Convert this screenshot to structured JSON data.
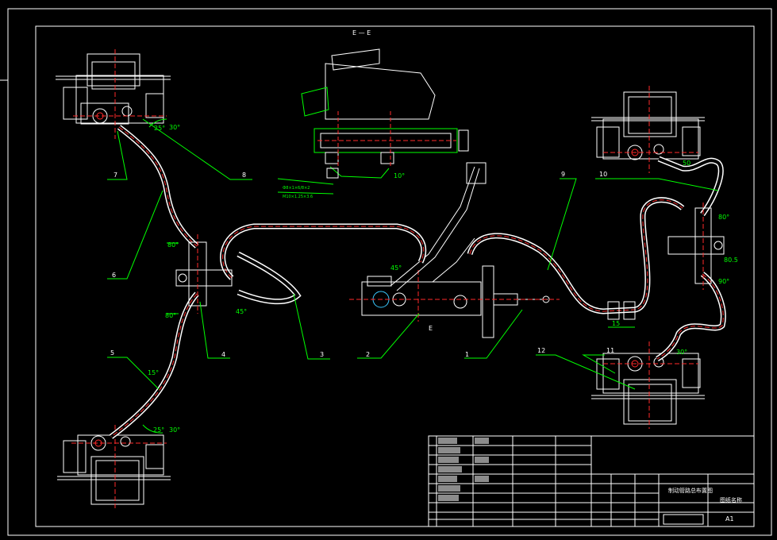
{
  "section": {
    "mark": "E — E",
    "cut": "E"
  },
  "parts": {
    "p1": "1",
    "p2": "2",
    "p3": "3",
    "p4": "4",
    "p5": "5",
    "p6": "6",
    "p7": "7",
    "p8": "8",
    "p9": "9",
    "p10": "10",
    "p11": "11",
    "p12": "12"
  },
  "dims": {
    "d80_top": "80°",
    "d80_low": "80°",
    "a25_top": "25°",
    "a30_top": "30°",
    "a15_low": "15°",
    "a25_low": "25°",
    "a30_low": "30°",
    "a45": "45°",
    "a45b": "45°",
    "a10": "10°",
    "right_80": "80°",
    "right_805": "80.5",
    "right_90": "90°",
    "r15": "15",
    "r30": "30°",
    "r50": "50"
  },
  "notes": {
    "note1": "Ф8×1×6/8×2",
    "note2": "M10×1.25×3.6"
  },
  "title_block": {
    "name": "制动管路总布置图",
    "drawing_name": "图纸名称",
    "size": "A1"
  },
  "colors": {
    "outline": "#ffffff",
    "dimension": "#00ff00",
    "centerline": "#ff2a2a",
    "accent": "#39c9ff"
  }
}
